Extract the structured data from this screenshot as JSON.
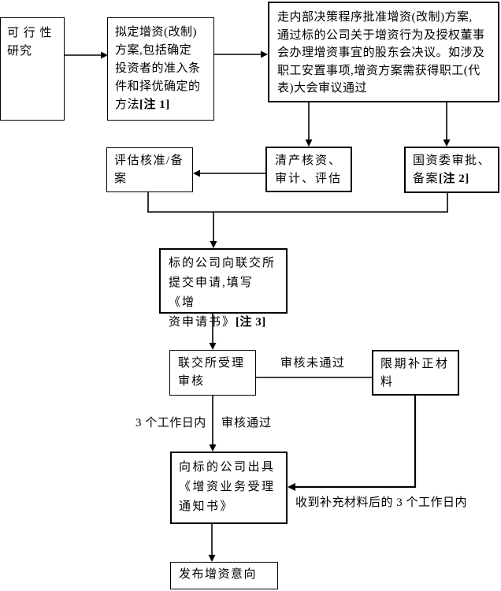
{
  "flowchart": {
    "background_color": "#ffffff",
    "line_color": "#000000",
    "boxes": {
      "feasibility": {
        "text": "可 行 性\n研究"
      },
      "draft_plan": {
        "text": "拟定增资(改制)\n方案,包括确定\n投资者的准入条\n件和择优确定的\n方法",
        "note": "[注 1]"
      },
      "internal_decision": {
        "text": "走内部决策程序批准增资(改制)方案,\n通过标的公司关于增资行为及授权董事\n会办理增资事宜的股东会决议。如涉及\n职工安置事项,增资方案需获得职工(代\n表)大会审议通过"
      },
      "evaluation_approval": {
        "text": "评估核准/备\n案"
      },
      "asset_audit": {
        "text": "清产核资、\n审计、评估"
      },
      "sasac_approval": {
        "text": "国资委审批、\n备案",
        "note": "[注 2]"
      },
      "submit_application": {
        "text": "标的公司向联交所\n提交申请,填写《增\n资申请书》",
        "note": "[注 3]"
      },
      "exchange_review": {
        "text": "联交所受理\n审核"
      },
      "supplement_materials": {
        "text": "限期补正材\n料"
      },
      "issue_notice": {
        "text": "向标的公司出具\n《增资业务受理\n通知书》"
      },
      "announce_intention": {
        "text": "发布增资意向"
      }
    },
    "labels": {
      "review_failed": "审核未通过",
      "within_3_workdays": "3 个工作日内",
      "review_passed": "审核通过",
      "after_supplement": "收到补充材料后的 3 个工作日内"
    }
  }
}
